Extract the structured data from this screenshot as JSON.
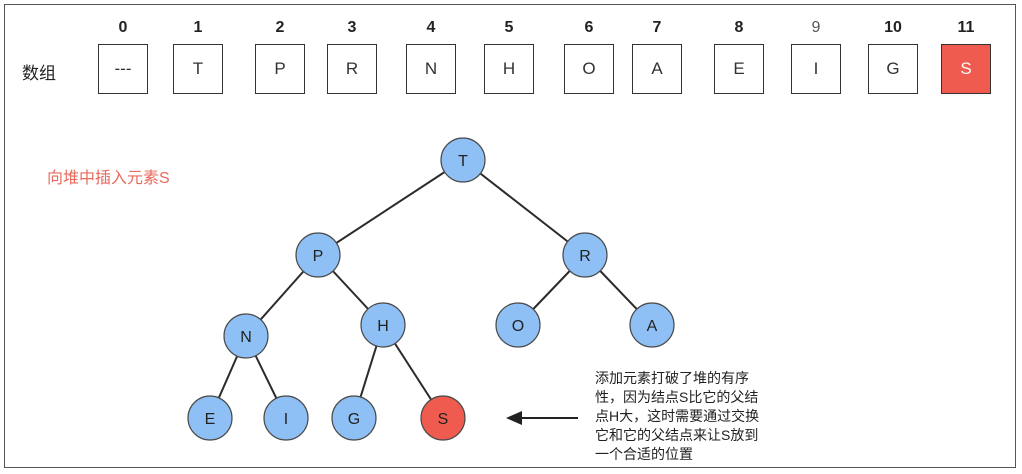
{
  "array": {
    "label": "数组",
    "indices": [
      "0",
      "1",
      "2",
      "3",
      "4",
      "5",
      "6",
      "7",
      "8",
      "9",
      "10",
      "11"
    ],
    "cells": [
      "---",
      "T",
      "P",
      "R",
      "N",
      "H",
      "O",
      "A",
      "E",
      "I",
      "G",
      "S"
    ],
    "highlight_index": 11,
    "highlight_color": "#f05b4f"
  },
  "caption": "向堆中插入元素S",
  "tree": {
    "node_color": "#8ec0f6",
    "highlight_color": "#f05b4f",
    "nodes": [
      {
        "id": "T",
        "label": "T"
      },
      {
        "id": "P",
        "label": "P"
      },
      {
        "id": "R",
        "label": "R"
      },
      {
        "id": "N",
        "label": "N"
      },
      {
        "id": "H",
        "label": "H"
      },
      {
        "id": "O",
        "label": "O"
      },
      {
        "id": "A",
        "label": "A"
      },
      {
        "id": "E",
        "label": "E"
      },
      {
        "id": "I",
        "label": "I"
      },
      {
        "id": "G",
        "label": "G"
      },
      {
        "id": "S",
        "label": "S",
        "highlight": true
      }
    ],
    "edges": [
      [
        "T",
        "P"
      ],
      [
        "T",
        "R"
      ],
      [
        "P",
        "N"
      ],
      [
        "P",
        "H"
      ],
      [
        "R",
        "O"
      ],
      [
        "R",
        "A"
      ],
      [
        "N",
        "E"
      ],
      [
        "N",
        "I"
      ],
      [
        "H",
        "G"
      ],
      [
        "H",
        "S"
      ]
    ]
  },
  "note": {
    "lines": [
      "添加元素打破了堆的有序",
      "性，因为结点S比它的父结",
      "点H大，这时需要通过交换",
      "它和它的父结点来让S放到",
      "一个合适的位置"
    ]
  }
}
